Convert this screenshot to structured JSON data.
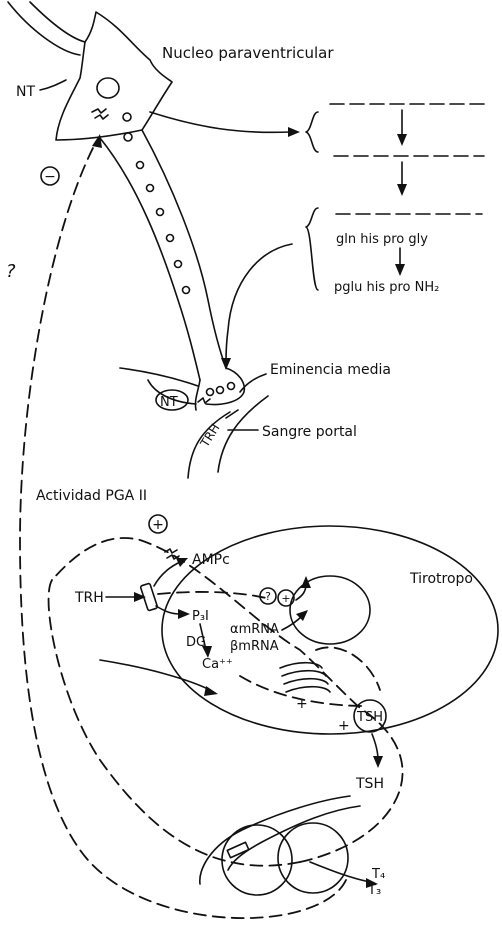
{
  "labels": {
    "nucleo": "Nucleo paraventricular",
    "nt_top": "NT",
    "minus": "−",
    "question": "?",
    "gene_seq": "gln his pro gly",
    "peptide_seq": "pglu his pro NH₂",
    "eminencia": "Eminencia media",
    "nt_terminal": "NT",
    "trh_vessel": "TRH",
    "sangre": "Sangre portal",
    "actividad": "Actividad PGA II",
    "plus_top": "+",
    "tirotropo": "Tirotropo",
    "ampc": "AMPc",
    "trh_receptor": "TRH",
    "q_small": "?",
    "plus_small": "+",
    "p3i": "P₃I",
    "dg": "DG",
    "ca": "Ca⁺⁺",
    "alpha_mrna": "αmRNA",
    "beta_mrna": "βmRNA",
    "plus_a": "+",
    "plus_b": "+",
    "tsh_vesicle": "TSH",
    "tsh_out": "TSH",
    "t4": "T₄",
    "t3": "T₃"
  }
}
